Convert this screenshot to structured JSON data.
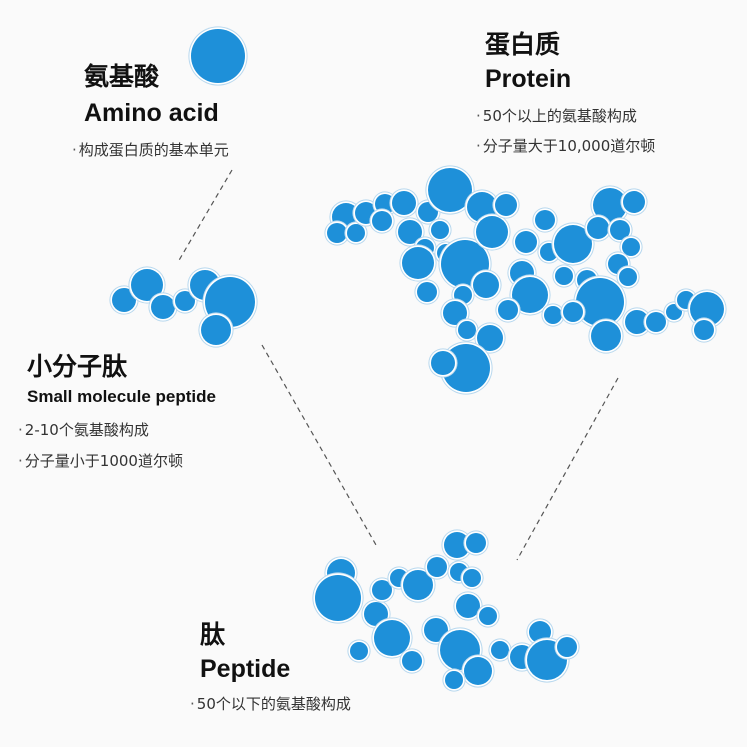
{
  "nodes": {
    "amino_acid": {
      "zh": "氨基酸",
      "en": "Amino acid",
      "notes": [
        "构成蛋白质的基本单元"
      ]
    },
    "protein": {
      "zh": "蛋白质",
      "en": "Protein",
      "notes": [
        "50个以上的氨基酸构成",
        "分子量大于10,000道尔顿"
      ]
    },
    "small_peptide": {
      "zh": "小分子肽",
      "en": "Small molecule peptide",
      "notes": [
        "2-10个氨基酸构成",
        "分子量小于1000道尔顿"
      ]
    },
    "peptide": {
      "zh": "肽",
      "en": "Peptide",
      "notes": [
        "50个以下的氨基酸构成"
      ]
    }
  },
  "colors": {
    "bead_fill": "#1e90d9",
    "bead_ring": "#ffffff",
    "bead_outline": "#b8d8ee",
    "connector": "#555555",
    "background": "#fafafa"
  }
}
